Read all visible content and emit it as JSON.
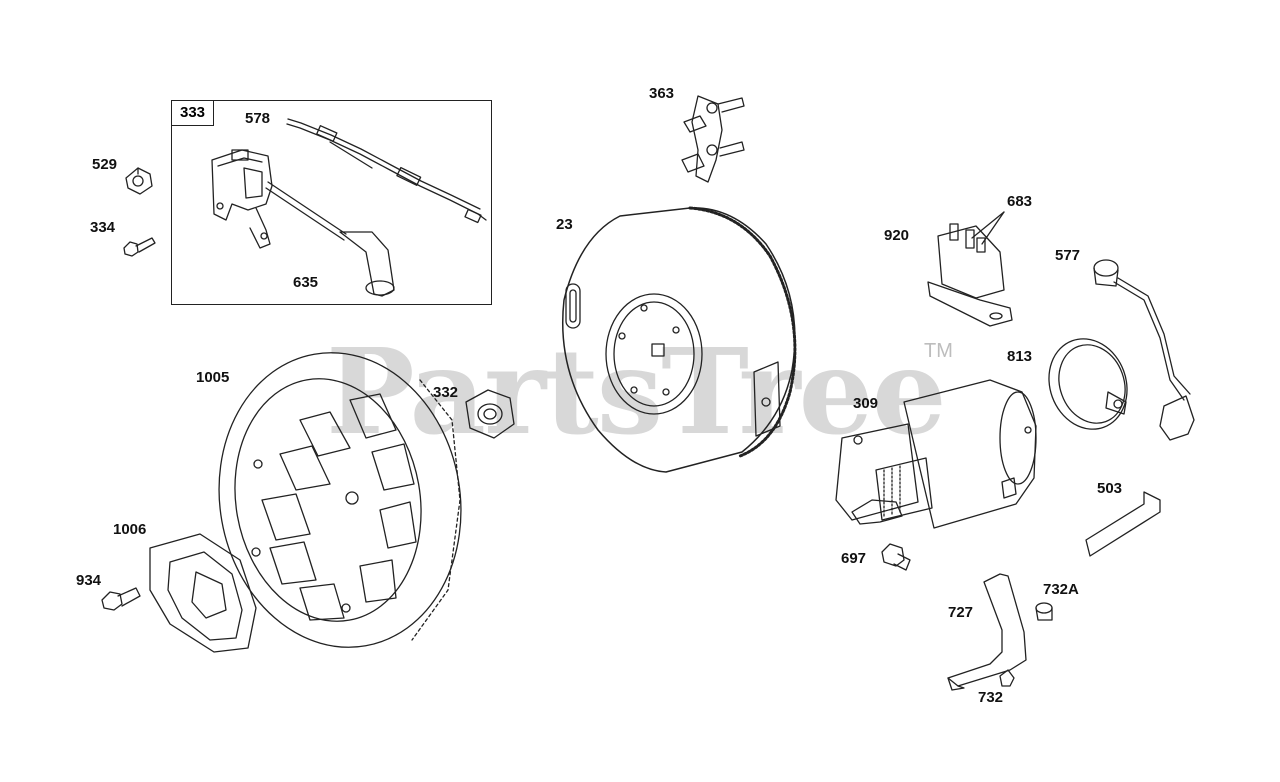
{
  "watermark": {
    "text": "PartsTree",
    "trademark": "TM"
  },
  "kit": {
    "label": "333"
  },
  "labels": {
    "p578": "578",
    "p529": "529",
    "p334": "334",
    "p635": "635",
    "p363": "363",
    "p23": "23",
    "p683": "683",
    "p920": "920",
    "p577": "577",
    "p1005": "1005",
    "p332": "332",
    "p813": "813",
    "p309": "309",
    "p503": "503",
    "p1006": "1006",
    "p934": "934",
    "p697": "697",
    "p732A": "732A",
    "p727": "727",
    "p732": "732"
  },
  "colors": {
    "line": "#222222",
    "watermark": "#c4c4c4",
    "background": "#ffffff"
  }
}
